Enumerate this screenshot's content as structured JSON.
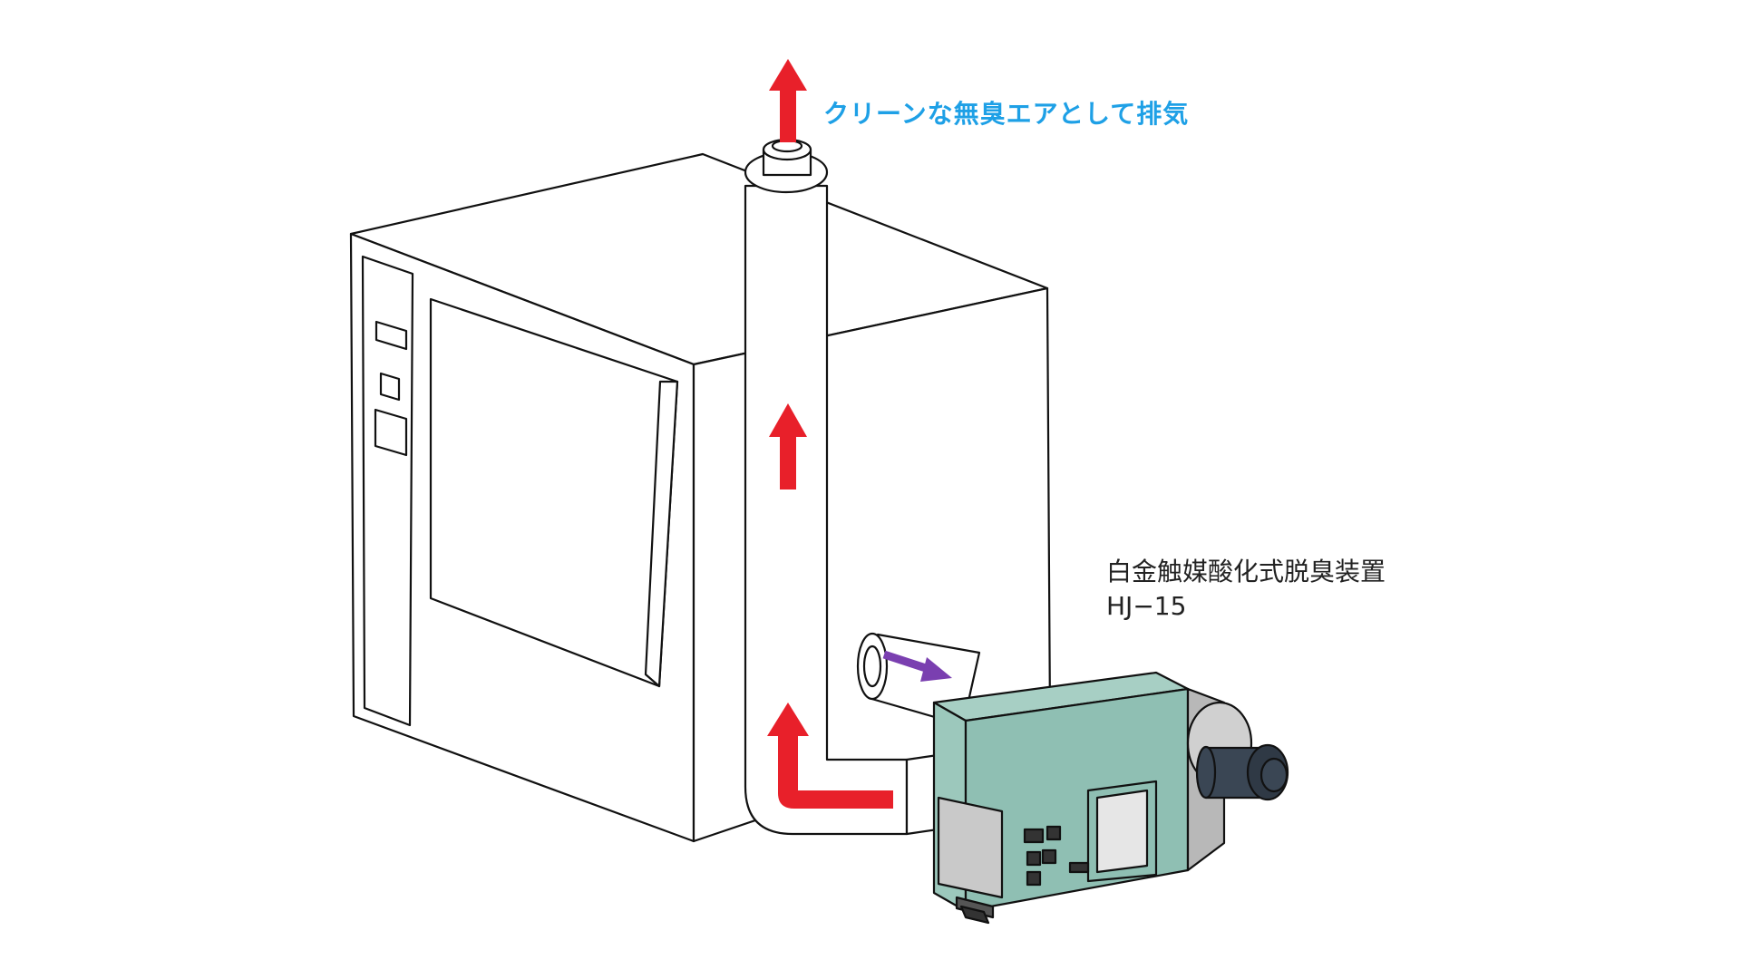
{
  "labels": {
    "exhaust": "クリーンな無臭エアとして排気",
    "device_name": "白金触媒酸化式脱臭装置",
    "device_model": "HJ−15"
  },
  "colors": {
    "exhaust_text": "#1ea0e6",
    "device_text": "#222222",
    "arrow_red": "#e8202a",
    "arrow_purple": "#7a3fb0",
    "device_body": "#8fbfb3",
    "device_motor": "#3a4654",
    "outline": "#111111"
  },
  "icons": {
    "flow_arrows": "up-arrow-icon",
    "intake_arrow": "right-arrow-icon"
  }
}
